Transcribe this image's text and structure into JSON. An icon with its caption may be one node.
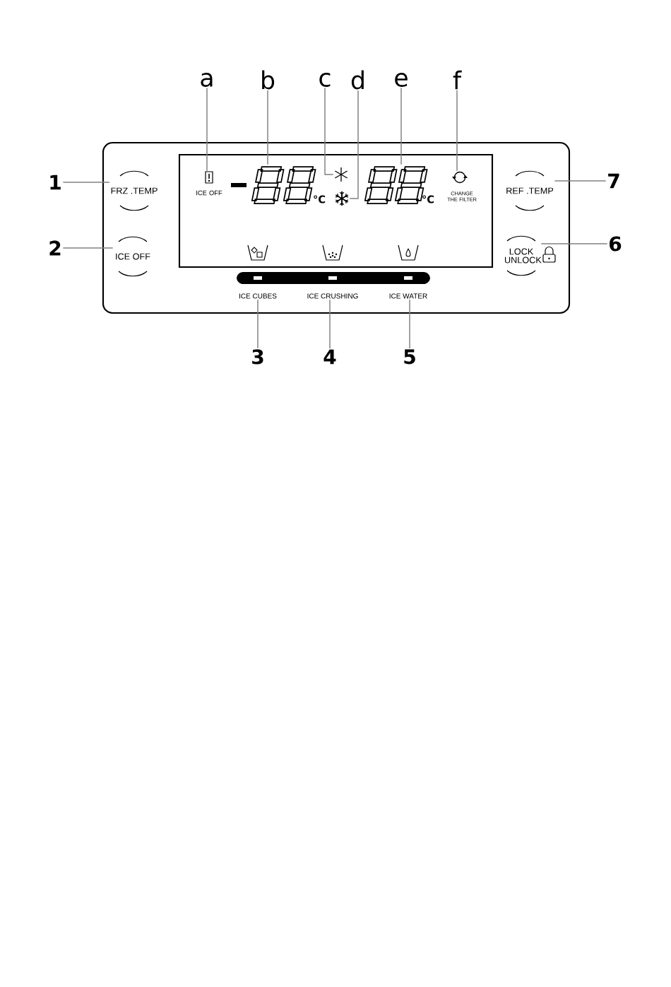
{
  "diagram": {
    "nodes": [
      {
        "text": [
          "a"
        ]
      },
      {
        "text": [
          "b"
        ]
      },
      {
        "text": [
          "c"
        ]
      },
      {
        "text": [
          "d"
        ]
      },
      {
        "text": [
          "e"
        ]
      },
      {
        "text": [
          "f"
        ]
      },
      {
        "text": [
          "1"
        ]
      },
      {
        "text": [
          "FRZ .TEMP"
        ]
      },
      {
        "text": [],
        "shape": "box",
        "beside": [
          "ICE OFF"
        ]
      },
      {
        "text": [],
        "shape": "display",
        "beside": [
          "°C"
        ]
      },
      {
        "text": [],
        "shape": "star"
      },
      {
        "text": [],
        "shape": "snowflake"
      },
      {
        "text": [],
        "shape": "display",
        "beside": [
          "°C"
        ]
      },
      {
        "text": [],
        "shape": "circle",
        "beside": [
          "CHANGE THE FILTER"
        ]
      },
      {
        "text": [
          "REF .TEMP"
        ]
      },
      {
        "text": [
          "7"
        ]
      },
      {
        "text": [
          "2"
        ]
      },
      {
        "text": [
          "ICE OFF"
        ]
      },
      {
        "text": [
          "LOCK UNLOCK"
        ]
      },
      {
        "text": [
          "6"
        ]
      },
      {
        "text": [
          "ICE CUBES"
        ]
      },
      {
        "text": [
          "ICE CRUSHING"
        ]
      },
      {
        "text": [
          "ICE WATER"
        ]
      },
      {
        "text": [
          "3"
        ]
      },
      {
        "text": [
          "4"
        ]
      },
      {
        "text": [
          "5"
        ]
      }
    ],
    "edges": [
      {
        "from": 0,
        "to": 8,
        "arrow": "none"
      },
      {
        "from": 1,
        "to": 9,
        "arrow": "none"
      },
      {
        "from": 2,
        "to": 10,
        "arrow": "none"
      },
      {
        "from": 3,
        "to": 11,
        "arrow": "none"
      },
      {
        "from": 4,
        "to": 12,
        "arrow": "none"
      },
      {
        "from": 5,
        "to": 13,
        "arrow": "none"
      },
      {
        "from": 6,
        "to": 7,
        "arrow": "none"
      },
      {
        "from": 16,
        "to": 17,
        "arrow": "none"
      },
      {
        "from": 15,
        "to": 14,
        "arrow": "none"
      },
      {
        "from": 19,
        "to": 18,
        "arrow": "none"
      },
      {
        "from": 23,
        "to": 20,
        "arrow": "none"
      },
      {
        "from": 24,
        "to": 21,
        "arrow": "none"
      },
      {
        "from": 25,
        "to": 22,
        "arrow": "none"
      }
    ]
  }
}
